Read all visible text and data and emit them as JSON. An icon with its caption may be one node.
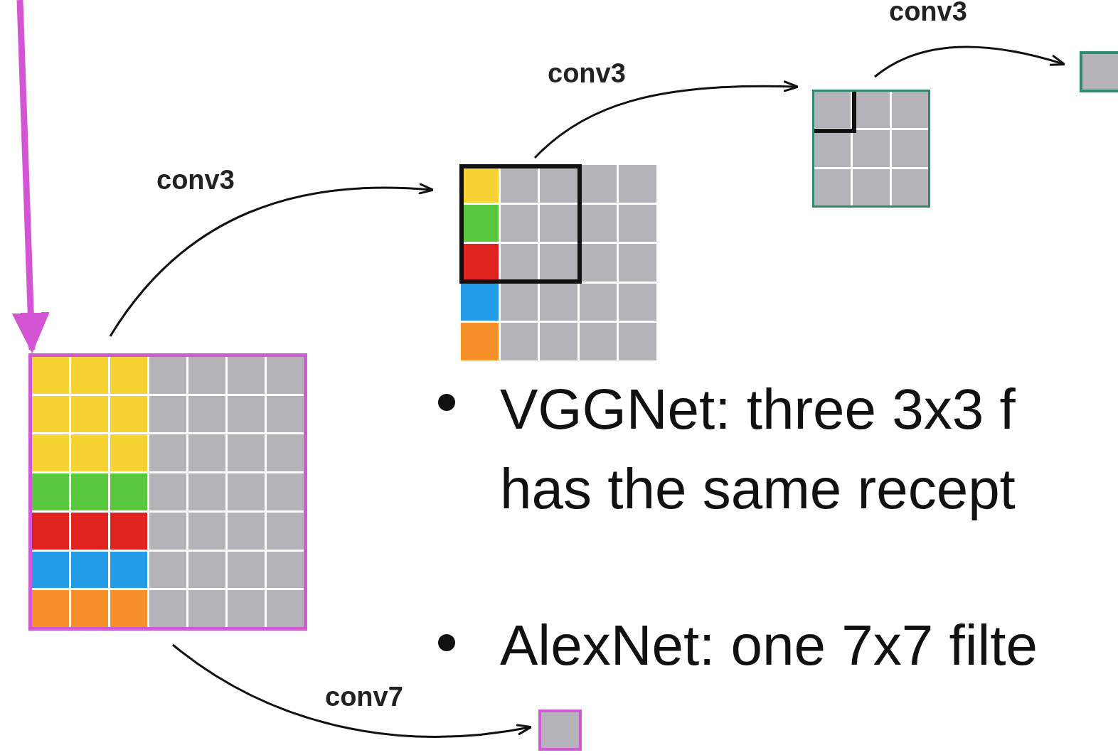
{
  "diagram": {
    "nodes": [
      {
        "text": [],
        "shape": "grid"
      },
      {
        "text": [],
        "shape": "grid"
      },
      {
        "text": [],
        "shape": "grid"
      },
      {
        "text": [],
        "shape": "box"
      },
      {
        "text": [],
        "shape": "box"
      }
    ],
    "edges": [
      {
        "from": 0,
        "to": 1,
        "arrow": "to",
        "label": "conv3"
      },
      {
        "from": 1,
        "to": 2,
        "arrow": "to",
        "label": "conv3"
      },
      {
        "from": 2,
        "to": 3,
        "arrow": "to",
        "label": "conv3"
      },
      {
        "from": 0,
        "to": 4,
        "arrow": "to",
        "label": "conv7"
      },
      {
        "from": null,
        "to": 0,
        "arrow": "to",
        "style": "thick",
        "color": "#d455d4"
      }
    ],
    "labels": [
      "VGGNet: three 3x3 f has the same recept",
      "AlexNet: one 7x7 filte"
    ]
  }
}
